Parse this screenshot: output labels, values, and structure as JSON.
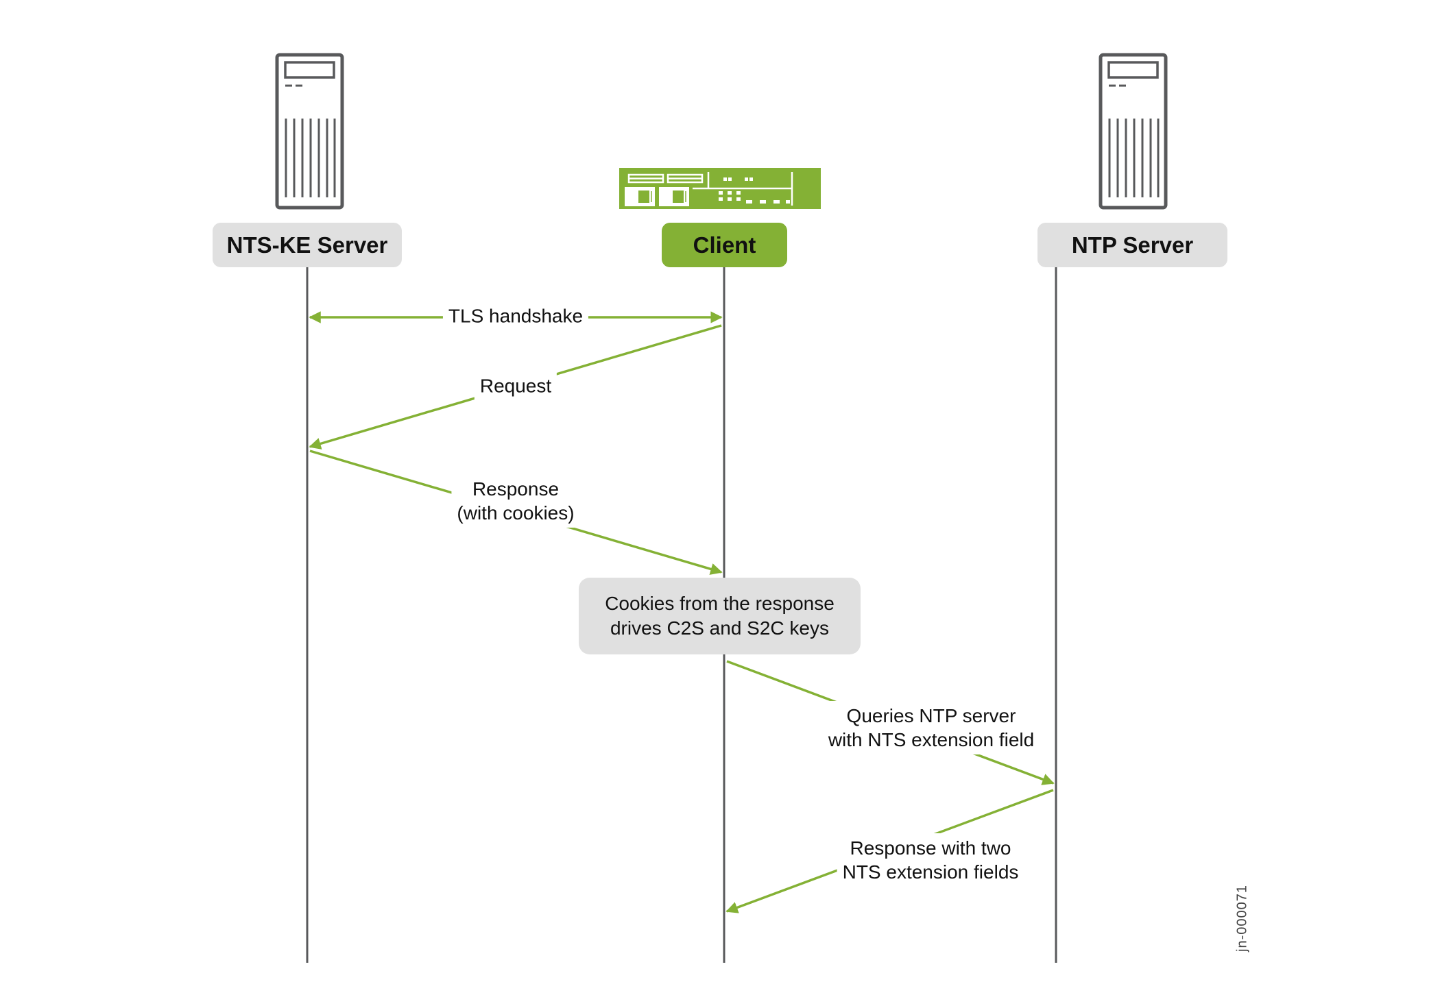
{
  "actors": [
    {
      "id": "nts-ke-server",
      "label": "NTS-KE Server",
      "icon": "server-tower-icon",
      "style": "gray"
    },
    {
      "id": "client",
      "label": "Client",
      "icon": "network-device-icon",
      "style": "green"
    },
    {
      "id": "ntp-server",
      "label": "NTP Server",
      "icon": "server-tower-icon",
      "style": "gray"
    }
  ],
  "messages": [
    {
      "from": "client",
      "to": "nts-ke-server",
      "bidirectional": true,
      "lines": [
        "TLS handshake"
      ]
    },
    {
      "from": "client",
      "to": "nts-ke-server",
      "bidirectional": false,
      "lines": [
        "Request"
      ]
    },
    {
      "from": "nts-ke-server",
      "to": "client",
      "bidirectional": false,
      "lines": [
        "Response",
        "(with cookies)"
      ]
    },
    {
      "from": "client",
      "to": "ntp-server",
      "bidirectional": false,
      "lines": [
        "Queries NTP server",
        "with NTS extension field"
      ]
    },
    {
      "from": "ntp-server",
      "to": "client",
      "bidirectional": false,
      "lines": [
        "Response with two",
        "NTS extension fields"
      ]
    }
  ],
  "note": {
    "lines": [
      "Cookies from the response",
      "drives C2S and S2C keys"
    ]
  },
  "figure_id": "jn-000071",
  "colors": {
    "accent": "#84b135",
    "lifeline": "#58595b",
    "box": "#e0e0e0",
    "icon": "#58595b"
  }
}
